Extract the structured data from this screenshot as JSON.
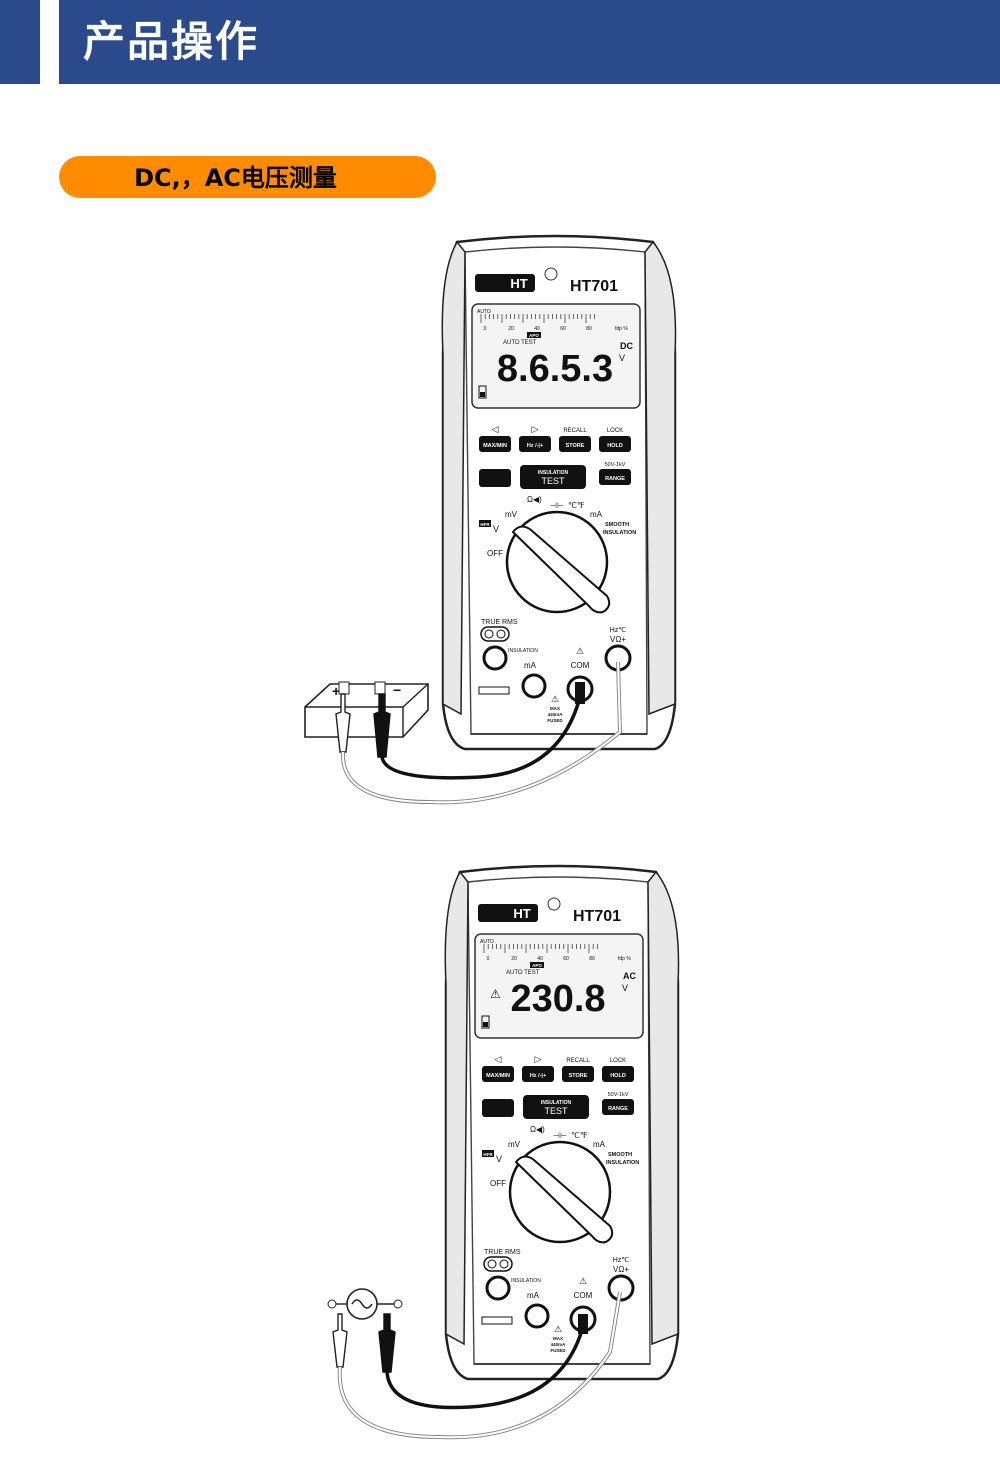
{
  "header": {
    "title": "产品操作"
  },
  "section": {
    "label": "DC,，AC电压测量"
  },
  "meter": {
    "brand": "HT",
    "model": "HT701",
    "scale_auto": "AUTO",
    "scale_ticks": [
      "0",
      "20",
      "40",
      "60",
      "80"
    ],
    "scale_unit": "fdp %",
    "apo": "APO",
    "auto_test": "AUTO TEST",
    "btn_top_left_arrow": "◁",
    "btn_top_right_arrow": "▷",
    "recall": "RECALL",
    "lock": "LOCK",
    "maxmin": "MAX/MIN",
    "hz": "Hz /-|+",
    "store": "STORE",
    "hold": "HOLD",
    "range_label": "50V-1kV",
    "insulation_top": "INSULATION",
    "test": "TEST",
    "range": "RANGE",
    "dial_mv": "mV",
    "dial_v": "V",
    "dial_off": "OFF",
    "dial_ma": "mA",
    "dial_temp": "℃℉",
    "smooth": "SMOOTH",
    "insulation_side": "INSULATION",
    "hfr": "HFR",
    "true_rms": "TRUE RMS",
    "jack_insulation": "INSULATION",
    "jack_ma": "mA",
    "com": "COM",
    "jack_right_top": "Hz℃",
    "jack_right_sym": "VΩ+",
    "max_fused": [
      "MAX",
      "440mA",
      "FUSED"
    ]
  },
  "figures": [
    {
      "display": "8.6.5.3",
      "mode": "DC",
      "unit": "V",
      "source": "battery",
      "warning": false
    },
    {
      "display": "230.8",
      "mode": "AC",
      "unit": "V",
      "source": "ac",
      "warning": true
    }
  ]
}
